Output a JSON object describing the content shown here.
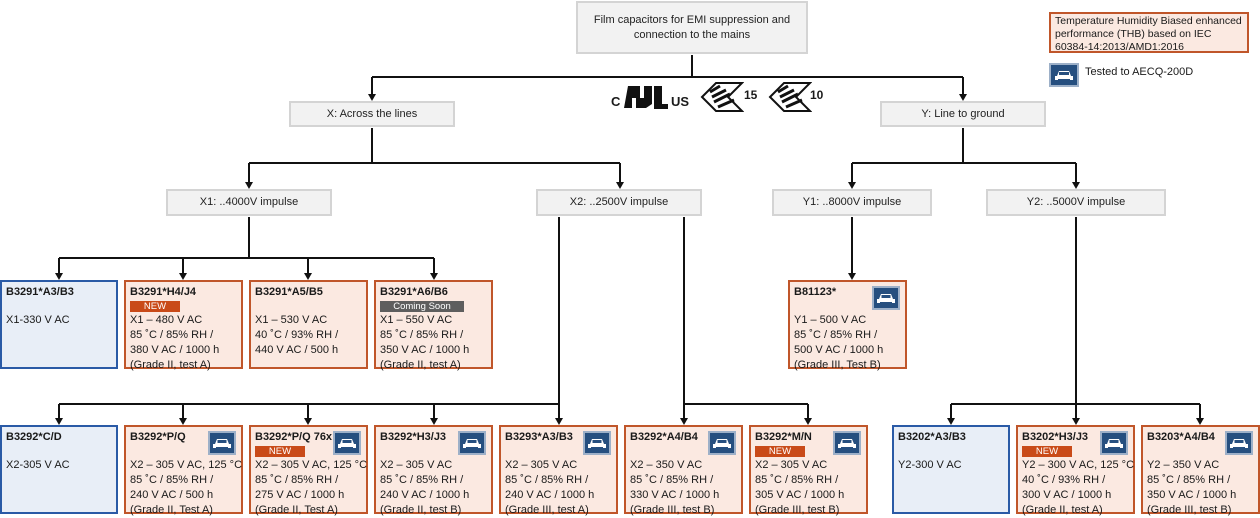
{
  "diagram": {
    "root": "Film capacitors for EMI suppression and connection to the mains",
    "branches": {
      "x": "X: Across the lines",
      "y": "Y: Line to ground",
      "x1": "X1: ..4000V impulse",
      "x2": "X2: ..2500V impulse",
      "y1": "Y1: ..8000V impulse",
      "y2": "Y2: ..5000V impulse"
    },
    "certifications": {
      "ul_prefix": "C",
      "ul_suffix": "US",
      "enec_a": "15",
      "enec_b": "10"
    },
    "legend": {
      "thb": "Temperature Humidity Biased enhanced performance (THB) based on IEC 60384-14:2013/AMD1:2016",
      "aec": "Tested to AECQ-200D"
    },
    "colors": {
      "basic_border": "#2a5aa6",
      "basic_fill": "#e8eef7",
      "thb_border": "#c0562a",
      "thb_fill": "#fbe9e1",
      "new_tag": "#c94a18",
      "coming_soon_tag": "#5e5e5e",
      "aec_icon": "#264f7f"
    },
    "x1_products": [
      {
        "pn": "B3291*A3/B3",
        "type": "basic",
        "lines": [
          "X1-330 V AC"
        ]
      },
      {
        "pn": "B3291*H4/J4",
        "type": "thb",
        "tag": "NEW",
        "lines": [
          "X1 – 480 V AC",
          "85 ˚C / 85% RH /",
          "380 V AC / 1000 h",
          "(Grade II, test A)"
        ]
      },
      {
        "pn": "B3291*A5/B5",
        "type": "thb",
        "lines": [
          "X1 – 530 V AC",
          "40 ˚C / 93% RH /",
          "440 V AC / 500 h"
        ]
      },
      {
        "pn": "B3291*A6/B6",
        "type": "thb",
        "tag": "Coming Soon",
        "lines": [
          "X1 – 550 V AC",
          "85 ˚C / 85% RH /",
          "350 V AC / 1000 h",
          "(Grade II, test A)"
        ]
      }
    ],
    "y1_products": [
      {
        "pn": "B81123*",
        "type": "thb",
        "aec": true,
        "lines": [
          "Y1 – 500 V AC",
          "85 ˚C / 85% RH /",
          "500 V AC / 1000 h",
          "(Grade III, Test B)"
        ]
      }
    ],
    "x2_products": [
      {
        "pn": "B3292*C/D",
        "type": "basic",
        "lines": [
          "X2-305 V AC"
        ]
      },
      {
        "pn": "B3292*P/Q",
        "type": "thb",
        "aec": true,
        "lines": [
          "X2 – 305 V AC, 125 °C",
          "85 ˚C / 85% RH /",
          "240 V AC / 500 h",
          "(Grade II, Test A)"
        ]
      },
      {
        "pn": "B3292*P/Q 76x",
        "type": "thb",
        "aec": true,
        "tag": "NEW",
        "lines": [
          "X2 – 305 V AC, 125 °C",
          "85 ˚C / 85% RH /",
          "275 V AC / 1000 h",
          "(Grade II, Test A)"
        ]
      },
      {
        "pn": "B3292*H3/J3",
        "type": "thb",
        "aec": true,
        "lines": [
          "X2 – 305  V AC",
          "85 ˚C / 85% RH /",
          "240 V AC / 1000 h",
          "(Grade II, test B)"
        ]
      },
      {
        "pn": "B3293*A3/B3",
        "type": "thb",
        "aec": true,
        "lines": [
          "X2 – 305 V AC",
          "85 ˚C / 85% RH /",
          "240 V AC / 1000 h",
          "(Grade III, test A)"
        ]
      },
      {
        "pn": "B3292*A4/B4",
        "type": "thb",
        "aec": true,
        "lines": [
          "X2 – 350 V AC",
          "85 ˚C / 85% RH /",
          "330 V AC / 1000 h",
          "(Grade III, test B)"
        ]
      },
      {
        "pn": "B3292*M/N",
        "type": "thb",
        "aec": true,
        "tag": "NEW",
        "lines": [
          "X2 – 305 V AC",
          "85 ˚C / 85% RH /",
          "305 V AC / 1000 h",
          "(Grade III, test B)"
        ]
      }
    ],
    "y2_products": [
      {
        "pn": "B3202*A3/B3",
        "type": "basic",
        "lines": [
          "Y2-300 V AC"
        ]
      },
      {
        "pn": "B3202*H3/J3",
        "type": "thb",
        "aec": true,
        "tag": "NEW",
        "lines": [
          "Y2 – 300 V AC, 125 °C",
          "40 ˚C / 93% RH /",
          "300 V AC / 1000 h",
          "(Grade II, test A)"
        ]
      },
      {
        "pn": "B3203*A4/B4",
        "type": "thb",
        "aec": true,
        "lines": [
          "Y2 – 350 V AC",
          "85 ˚C / 85% RH /",
          "350 V AC / 1000 h",
          "(Grade III, test B)"
        ]
      }
    ]
  }
}
